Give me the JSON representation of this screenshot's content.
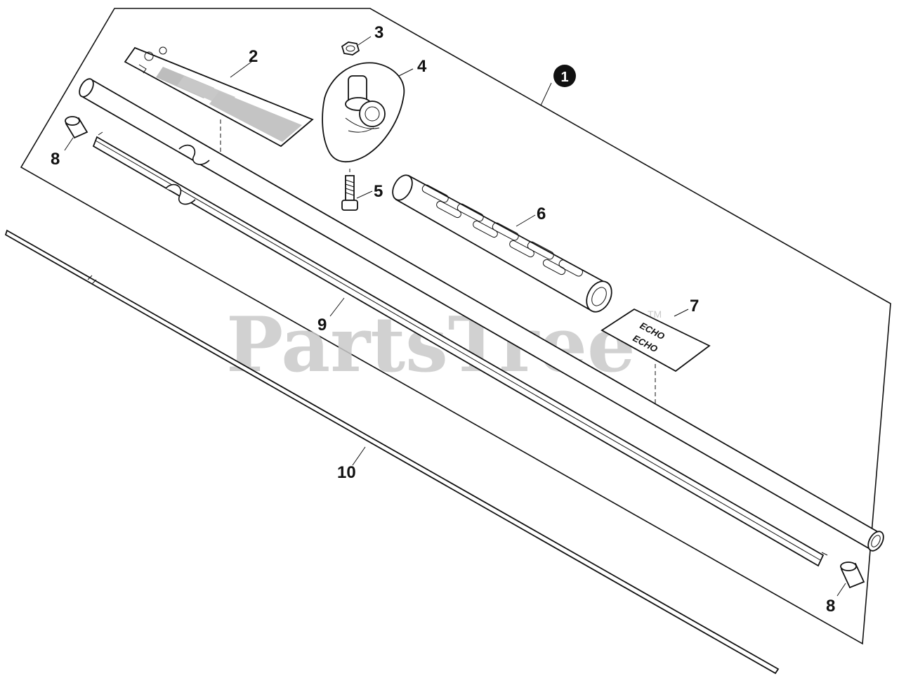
{
  "watermark": {
    "text": "PartsTree",
    "tm": "TM"
  },
  "assembly_marker": "1",
  "callouts": {
    "c2": "2",
    "c3": "3",
    "c4": "4",
    "c5": "5",
    "c6": "6",
    "c7": "7",
    "c8a": "8",
    "c8b": "8",
    "c9": "9",
    "c10": "10"
  },
  "decal7": {
    "line1": "ECHO",
    "line2": "ECHO"
  }
}
